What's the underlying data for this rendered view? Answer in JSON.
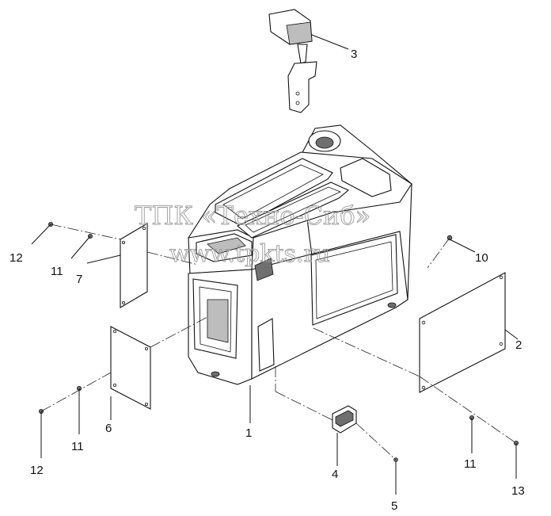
{
  "watermark": {
    "line1": "ТПК «Техно-Сиб»",
    "line2": "www.tpkts.ru"
  },
  "callouts": {
    "c1": "1",
    "c2": "2",
    "c3": "3",
    "c4": "4",
    "c5": "5",
    "c6": "6",
    "c7": "7",
    "c10": "10",
    "c11_left_upper": "11",
    "c11_left_lower": "11",
    "c11_right": "11",
    "c12_upper": "12",
    "c12_lower": "12",
    "c13": "13"
  }
}
